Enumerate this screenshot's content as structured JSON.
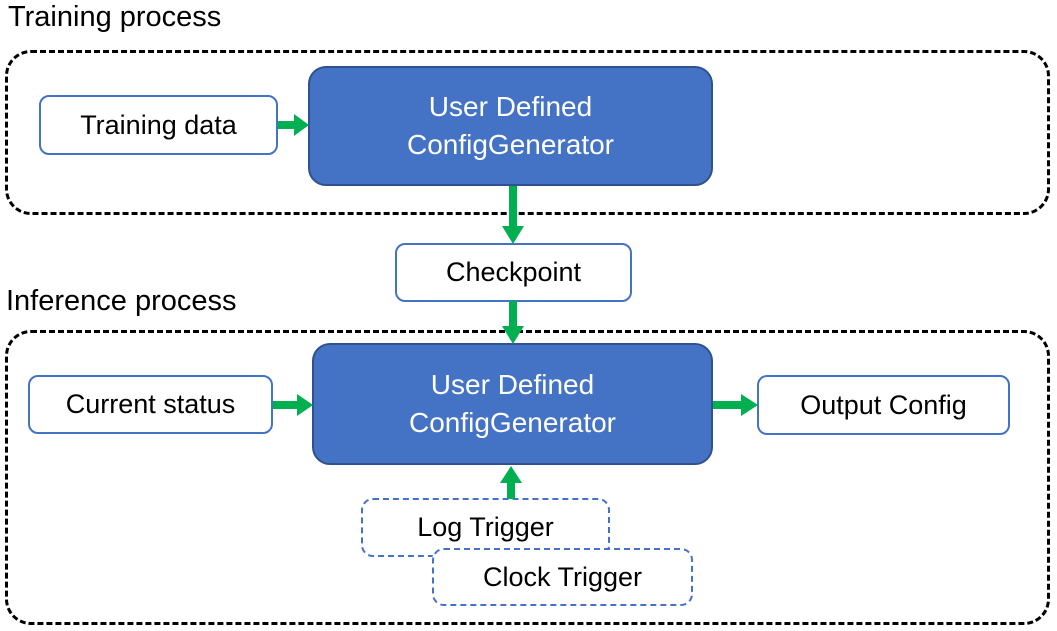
{
  "colors": {
    "blue-fill": "#4472C4",
    "blue-border": "#2F528F",
    "io-border": "#4472C4",
    "trigger-border": "#4472C4",
    "arrow-green": "#00B050",
    "container-border": "#000000",
    "text-dark": "#000000",
    "text-light": "#FFFFFF"
  },
  "training": {
    "label": "Training process",
    "input_box": "Training data",
    "generator_line1": "User Defined",
    "generator_line2": "ConfigGenerator"
  },
  "checkpoint": {
    "label": "Checkpoint"
  },
  "inference": {
    "label": "Inference process",
    "input_box": "Current status",
    "generator_line1": "User Defined",
    "generator_line2": "ConfigGenerator",
    "output_box": "Output Config",
    "log_trigger": "Log Trigger",
    "clock_trigger": "Clock Trigger"
  }
}
